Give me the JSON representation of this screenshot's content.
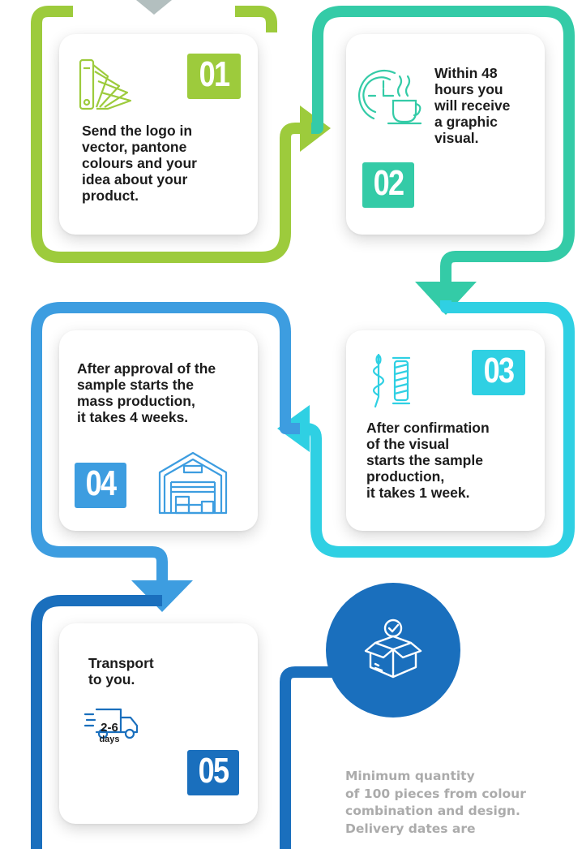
{
  "colors": {
    "step1": "#9dcb3c",
    "step2": "#34cba7",
    "step3": "#2fd0e3",
    "step4": "#3d9de0",
    "step5": "#1a6fbd",
    "note": "#ababab"
  },
  "steps": [
    {
      "number": "01",
      "lines": [
        "Send the logo in",
        "vector, pantone",
        "colours and your",
        "idea about your",
        "product."
      ],
      "icon": "color-swatch-fan-icon"
    },
    {
      "number": "02",
      "lines": [
        "Within 48",
        "hours you",
        "will receive",
        "a graphic",
        "visual."
      ],
      "icon": "clock-coffee-cup-icon"
    },
    {
      "number": "03",
      "lines": [
        "After confirmation",
        "of the visual",
        "starts the sample",
        "production,",
        "it takes 1 week."
      ],
      "icon": "needle-thread-spool-icon"
    },
    {
      "number": "04",
      "lines": [
        "After approval of the",
        "sample starts the",
        "mass production,",
        "it takes 4 weeks."
      ],
      "icon": "warehouse-icon"
    },
    {
      "number": "05",
      "lines": [
        "Transport",
        "to you."
      ],
      "icon": "delivery-truck-icon",
      "delivery_time": {
        "value": "2-6",
        "unit": "days"
      }
    }
  ],
  "final_icon": "open-box-checkmark-icon",
  "note_lines": [
    "Minimum quantity",
    "of 100 pieces from colour",
    "combination and design.",
    "Delivery dates are"
  ]
}
